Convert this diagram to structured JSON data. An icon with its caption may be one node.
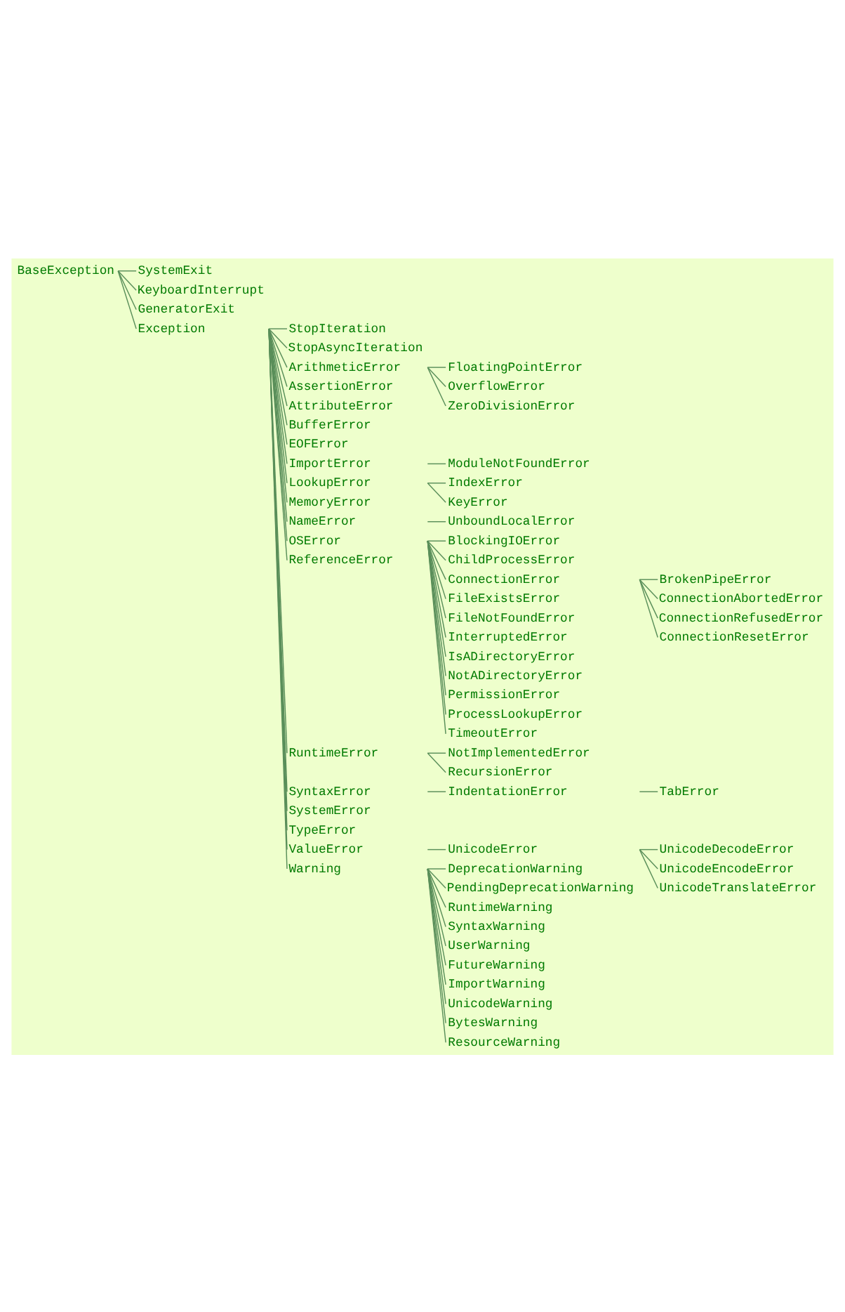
{
  "diagram": {
    "nodes": [
      {
        "text": [
          "BaseException"
        ]
      },
      {
        "text": [
          "SystemExit"
        ]
      },
      {
        "text": [
          "KeyboardInterrupt"
        ]
      },
      {
        "text": [
          "GeneratorExit"
        ]
      },
      {
        "text": [
          "Exception"
        ]
      },
      {
        "text": [
          "StopIteration"
        ]
      },
      {
        "text": [
          "StopAsyncIteration"
        ]
      },
      {
        "text": [
          "ArithmeticError"
        ]
      },
      {
        "text": [
          "FloatingPointError"
        ]
      },
      {
        "text": [
          "OverflowError"
        ]
      },
      {
        "text": [
          "ZeroDivisionError"
        ]
      },
      {
        "text": [
          "AssertionError"
        ]
      },
      {
        "text": [
          "AttributeError"
        ]
      },
      {
        "text": [
          "BufferError"
        ]
      },
      {
        "text": [
          "EOFError"
        ]
      },
      {
        "text": [
          "ImportError"
        ]
      },
      {
        "text": [
          "ModuleNotFoundError"
        ]
      },
      {
        "text": [
          "LookupError"
        ]
      },
      {
        "text": [
          "IndexError"
        ]
      },
      {
        "text": [
          "KeyError"
        ]
      },
      {
        "text": [
          "MemoryError"
        ]
      },
      {
        "text": [
          "NameError"
        ]
      },
      {
        "text": [
          "UnboundLocalError"
        ]
      },
      {
        "text": [
          "OSError"
        ]
      },
      {
        "text": [
          "BlockingIOError"
        ]
      },
      {
        "text": [
          "ChildProcessError"
        ]
      },
      {
        "text": [
          "ConnectionError"
        ]
      },
      {
        "text": [
          "BrokenPipeError"
        ]
      },
      {
        "text": [
          "ConnectionAbortedError"
        ]
      },
      {
        "text": [
          "ConnectionRefusedError"
        ]
      },
      {
        "text": [
          "ConnectionResetError"
        ]
      },
      {
        "text": [
          "FileExistsError"
        ]
      },
      {
        "text": [
          "FileNotFoundError"
        ]
      },
      {
        "text": [
          "InterruptedError"
        ]
      },
      {
        "text": [
          "IsADirectoryError"
        ]
      },
      {
        "text": [
          "NotADirectoryError"
        ]
      },
      {
        "text": [
          "PermissionError"
        ]
      },
      {
        "text": [
          "ProcessLookupError"
        ]
      },
      {
        "text": [
          "TimeoutError"
        ]
      },
      {
        "text": [
          "ReferenceError"
        ]
      },
      {
        "text": [
          "RuntimeError"
        ]
      },
      {
        "text": [
          "NotImplementedError"
        ]
      },
      {
        "text": [
          "RecursionError"
        ]
      },
      {
        "text": [
          "SyntaxError"
        ]
      },
      {
        "text": [
          "IndentationError"
        ]
      },
      {
        "text": [
          "TabError"
        ]
      },
      {
        "text": [
          "SystemError"
        ]
      },
      {
        "text": [
          "TypeError"
        ]
      },
      {
        "text": [
          "ValueError"
        ]
      },
      {
        "text": [
          "UnicodeError"
        ]
      },
      {
        "text": [
          "UnicodeDecodeError"
        ]
      },
      {
        "text": [
          "UnicodeEncodeError"
        ]
      },
      {
        "text": [
          "UnicodeTranslateError"
        ]
      },
      {
        "text": [
          "Warning"
        ]
      },
      {
        "text": [
          "DeprecationWarning"
        ]
      },
      {
        "text": [
          "PendingDeprecationWarning"
        ]
      },
      {
        "text": [
          "RuntimeWarning"
        ]
      },
      {
        "text": [
          "SyntaxWarning"
        ]
      },
      {
        "text": [
          "UserWarning"
        ]
      },
      {
        "text": [
          "FutureWarning"
        ]
      },
      {
        "text": [
          "ImportWarning"
        ]
      },
      {
        "text": [
          "UnicodeWarning"
        ]
      },
      {
        "text": [
          "BytesWarning"
        ]
      },
      {
        "text": [
          "ResourceWarning"
        ]
      }
    ],
    "edges": [
      {
        "from": 0,
        "to": 1,
        "arrow": "none"
      },
      {
        "from": 0,
        "to": 2,
        "arrow": "none"
      },
      {
        "from": 0,
        "to": 3,
        "arrow": "none"
      },
      {
        "from": 0,
        "to": 4,
        "arrow": "none"
      },
      {
        "from": 4,
        "to": 5,
        "arrow": "none"
      },
      {
        "from": 4,
        "to": 6,
        "arrow": "none"
      },
      {
        "from": 4,
        "to": 7,
        "arrow": "none"
      },
      {
        "from": 7,
        "to": 8,
        "arrow": "none"
      },
      {
        "from": 7,
        "to": 9,
        "arrow": "none"
      },
      {
        "from": 7,
        "to": 10,
        "arrow": "none"
      },
      {
        "from": 4,
        "to": 11,
        "arrow": "none"
      },
      {
        "from": 4,
        "to": 12,
        "arrow": "none"
      },
      {
        "from": 4,
        "to": 13,
        "arrow": "none"
      },
      {
        "from": 4,
        "to": 14,
        "arrow": "none"
      },
      {
        "from": 4,
        "to": 15,
        "arrow": "none"
      },
      {
        "from": 15,
        "to": 16,
        "arrow": "none"
      },
      {
        "from": 4,
        "to": 17,
        "arrow": "none"
      },
      {
        "from": 17,
        "to": 18,
        "arrow": "none"
      },
      {
        "from": 17,
        "to": 19,
        "arrow": "none"
      },
      {
        "from": 4,
        "to": 20,
        "arrow": "none"
      },
      {
        "from": 4,
        "to": 21,
        "arrow": "none"
      },
      {
        "from": 21,
        "to": 22,
        "arrow": "none"
      },
      {
        "from": 4,
        "to": 23,
        "arrow": "none"
      },
      {
        "from": 23,
        "to": 24,
        "arrow": "none"
      },
      {
        "from": 23,
        "to": 25,
        "arrow": "none"
      },
      {
        "from": 23,
        "to": 26,
        "arrow": "none"
      },
      {
        "from": 26,
        "to": 27,
        "arrow": "none"
      },
      {
        "from": 26,
        "to": 28,
        "arrow": "none"
      },
      {
        "from": 26,
        "to": 29,
        "arrow": "none"
      },
      {
        "from": 26,
        "to": 30,
        "arrow": "none"
      },
      {
        "from": 23,
        "to": 31,
        "arrow": "none"
      },
      {
        "from": 23,
        "to": 32,
        "arrow": "none"
      },
      {
        "from": 23,
        "to": 33,
        "arrow": "none"
      },
      {
        "from": 23,
        "to": 34,
        "arrow": "none"
      },
      {
        "from": 23,
        "to": 35,
        "arrow": "none"
      },
      {
        "from": 23,
        "to": 36,
        "arrow": "none"
      },
      {
        "from": 23,
        "to": 37,
        "arrow": "none"
      },
      {
        "from": 23,
        "to": 38,
        "arrow": "none"
      },
      {
        "from": 4,
        "to": 39,
        "arrow": "none"
      },
      {
        "from": 4,
        "to": 40,
        "arrow": "none"
      },
      {
        "from": 40,
        "to": 41,
        "arrow": "none"
      },
      {
        "from": 40,
        "to": 42,
        "arrow": "none"
      },
      {
        "from": 4,
        "to": 43,
        "arrow": "none"
      },
      {
        "from": 43,
        "to": 44,
        "arrow": "none"
      },
      {
        "from": 44,
        "to": 45,
        "arrow": "none"
      },
      {
        "from": 4,
        "to": 46,
        "arrow": "none"
      },
      {
        "from": 4,
        "to": 47,
        "arrow": "none"
      },
      {
        "from": 4,
        "to": 48,
        "arrow": "none"
      },
      {
        "from": 48,
        "to": 49,
        "arrow": "none"
      },
      {
        "from": 49,
        "to": 50,
        "arrow": "none"
      },
      {
        "from": 49,
        "to": 51,
        "arrow": "none"
      },
      {
        "from": 49,
        "to": 52,
        "arrow": "none"
      },
      {
        "from": 4,
        "to": 53,
        "arrow": "none"
      },
      {
        "from": 53,
        "to": 54,
        "arrow": "none"
      },
      {
        "from": 53,
        "to": 55,
        "arrow": "none"
      },
      {
        "from": 53,
        "to": 56,
        "arrow": "none"
      },
      {
        "from": 53,
        "to": 57,
        "arrow": "none"
      },
      {
        "from": 53,
        "to": 58,
        "arrow": "none"
      },
      {
        "from": 53,
        "to": 59,
        "arrow": "none"
      },
      {
        "from": 53,
        "to": 60,
        "arrow": "none"
      },
      {
        "from": 53,
        "to": 61,
        "arrow": "none"
      },
      {
        "from": 53,
        "to": 62,
        "arrow": "none"
      },
      {
        "from": 53,
        "to": 63,
        "arrow": "none"
      }
    ]
  }
}
